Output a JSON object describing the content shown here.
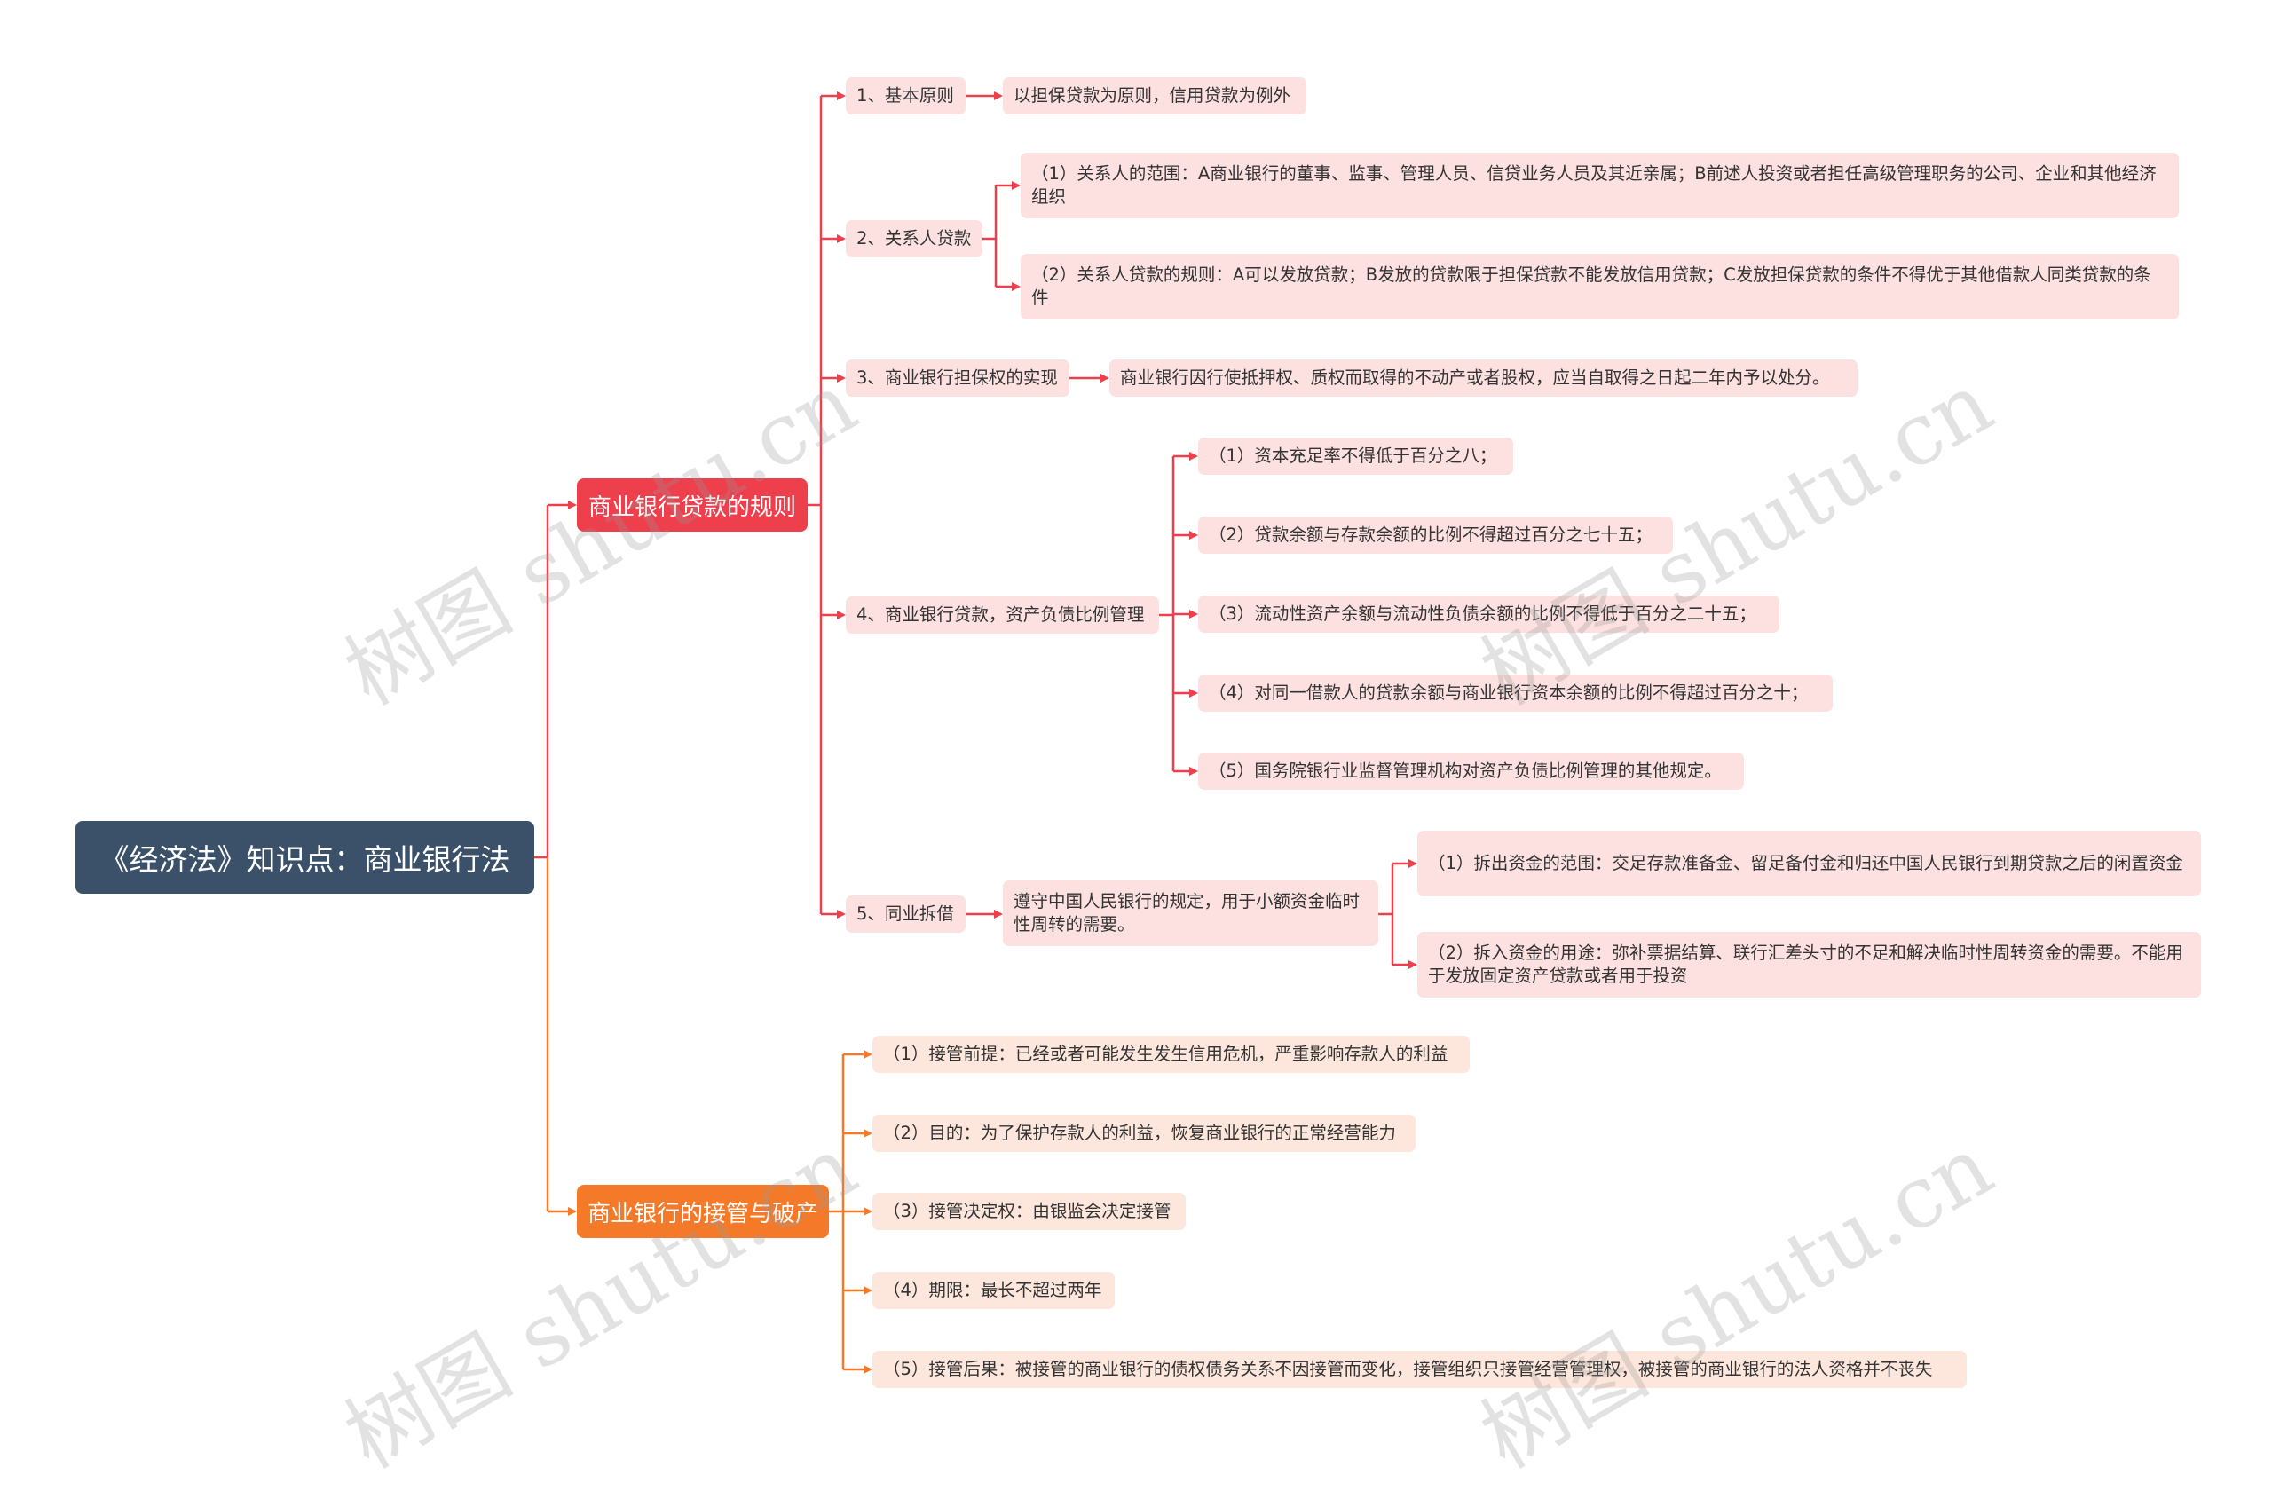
{
  "root": {
    "label": "《经济法》知识点：商业银行法"
  },
  "branches": {
    "loan": {
      "label": "商业银行贷款的规则",
      "color": "#ee3f4d",
      "items": {
        "n1": {
          "label": "1、基本原则",
          "detail": "以担保贷款为原则，信用贷款为例外"
        },
        "n2": {
          "label": "2、关系人贷款",
          "children": [
            "（1）关系人的范围：A商业银行的董事、监事、管理人员、信贷业务人员及其近亲属；B前述人投资或者担任高级管理职务的公司、企业和其他经济组织",
            "（2）关系人贷款的规则：A可以发放贷款；B发放的贷款限于担保贷款不能发放信用贷款；C发放担保贷款的条件不得优于其他借款人同类贷款的条件"
          ]
        },
        "n3": {
          "label": "3、商业银行担保权的实现",
          "detail": "商业银行因行使抵押权、质权而取得的不动产或者股权，应当自取得之日起二年内予以处分。"
        },
        "n4": {
          "label": "4、商业银行贷款，资产负债比例管理",
          "children": [
            "（1）资本充足率不得低于百分之八；",
            "（2）贷款余额与存款余额的比例不得超过百分之七十五；",
            "（3）流动性资产余额与流动性负债余额的比例不得低于百分之二十五；",
            "（4）对同一借款人的贷款余额与商业银行资本余额的比例不得超过百分之十；",
            "（5）国务院银行业监督管理机构对资产负债比例管理的其他规定。"
          ]
        },
        "n5": {
          "label": "5、同业拆借",
          "detail": "遵守中国人民银行的规定，用于小额资金临时性周转的需要。",
          "children": [
            "（1）拆出资金的范围：交足存款准备金、留足备付金和归还中国人民银行到期贷款之后的闲置资金",
            "（2）拆入资金的用途：弥补票据结算、联行汇差头寸的不足和解决临时性周转资金的需要。不能用于发放固定资产贷款或者用于投资"
          ]
        }
      }
    },
    "takeover": {
      "label": "商业银行的接管与破产",
      "color": "#f47a2a",
      "items": [
        "（1）接管前提：已经或者可能发生发生信用危机，严重影响存款人的利益",
        "（2）目的：为了保护存款人的利益，恢复商业银行的正常经营能力",
        "（3）接管决定权：由银监会决定接管",
        "（4）期限：最长不超过两年",
        "（5）接管后果：被接管的商业银行的债权债务关系不因接管而变化，接管组织只接管经营管理权，被接管的商业银行的法人资格并不丧失"
      ]
    }
  },
  "watermark": "树图 shutu.cn",
  "colors": {
    "root": "#3b5169",
    "red": "#ee3f4d",
    "orange": "#f47a2a",
    "leaf_red": "#fde0e0",
    "leaf_orange": "#fde7dc"
  }
}
